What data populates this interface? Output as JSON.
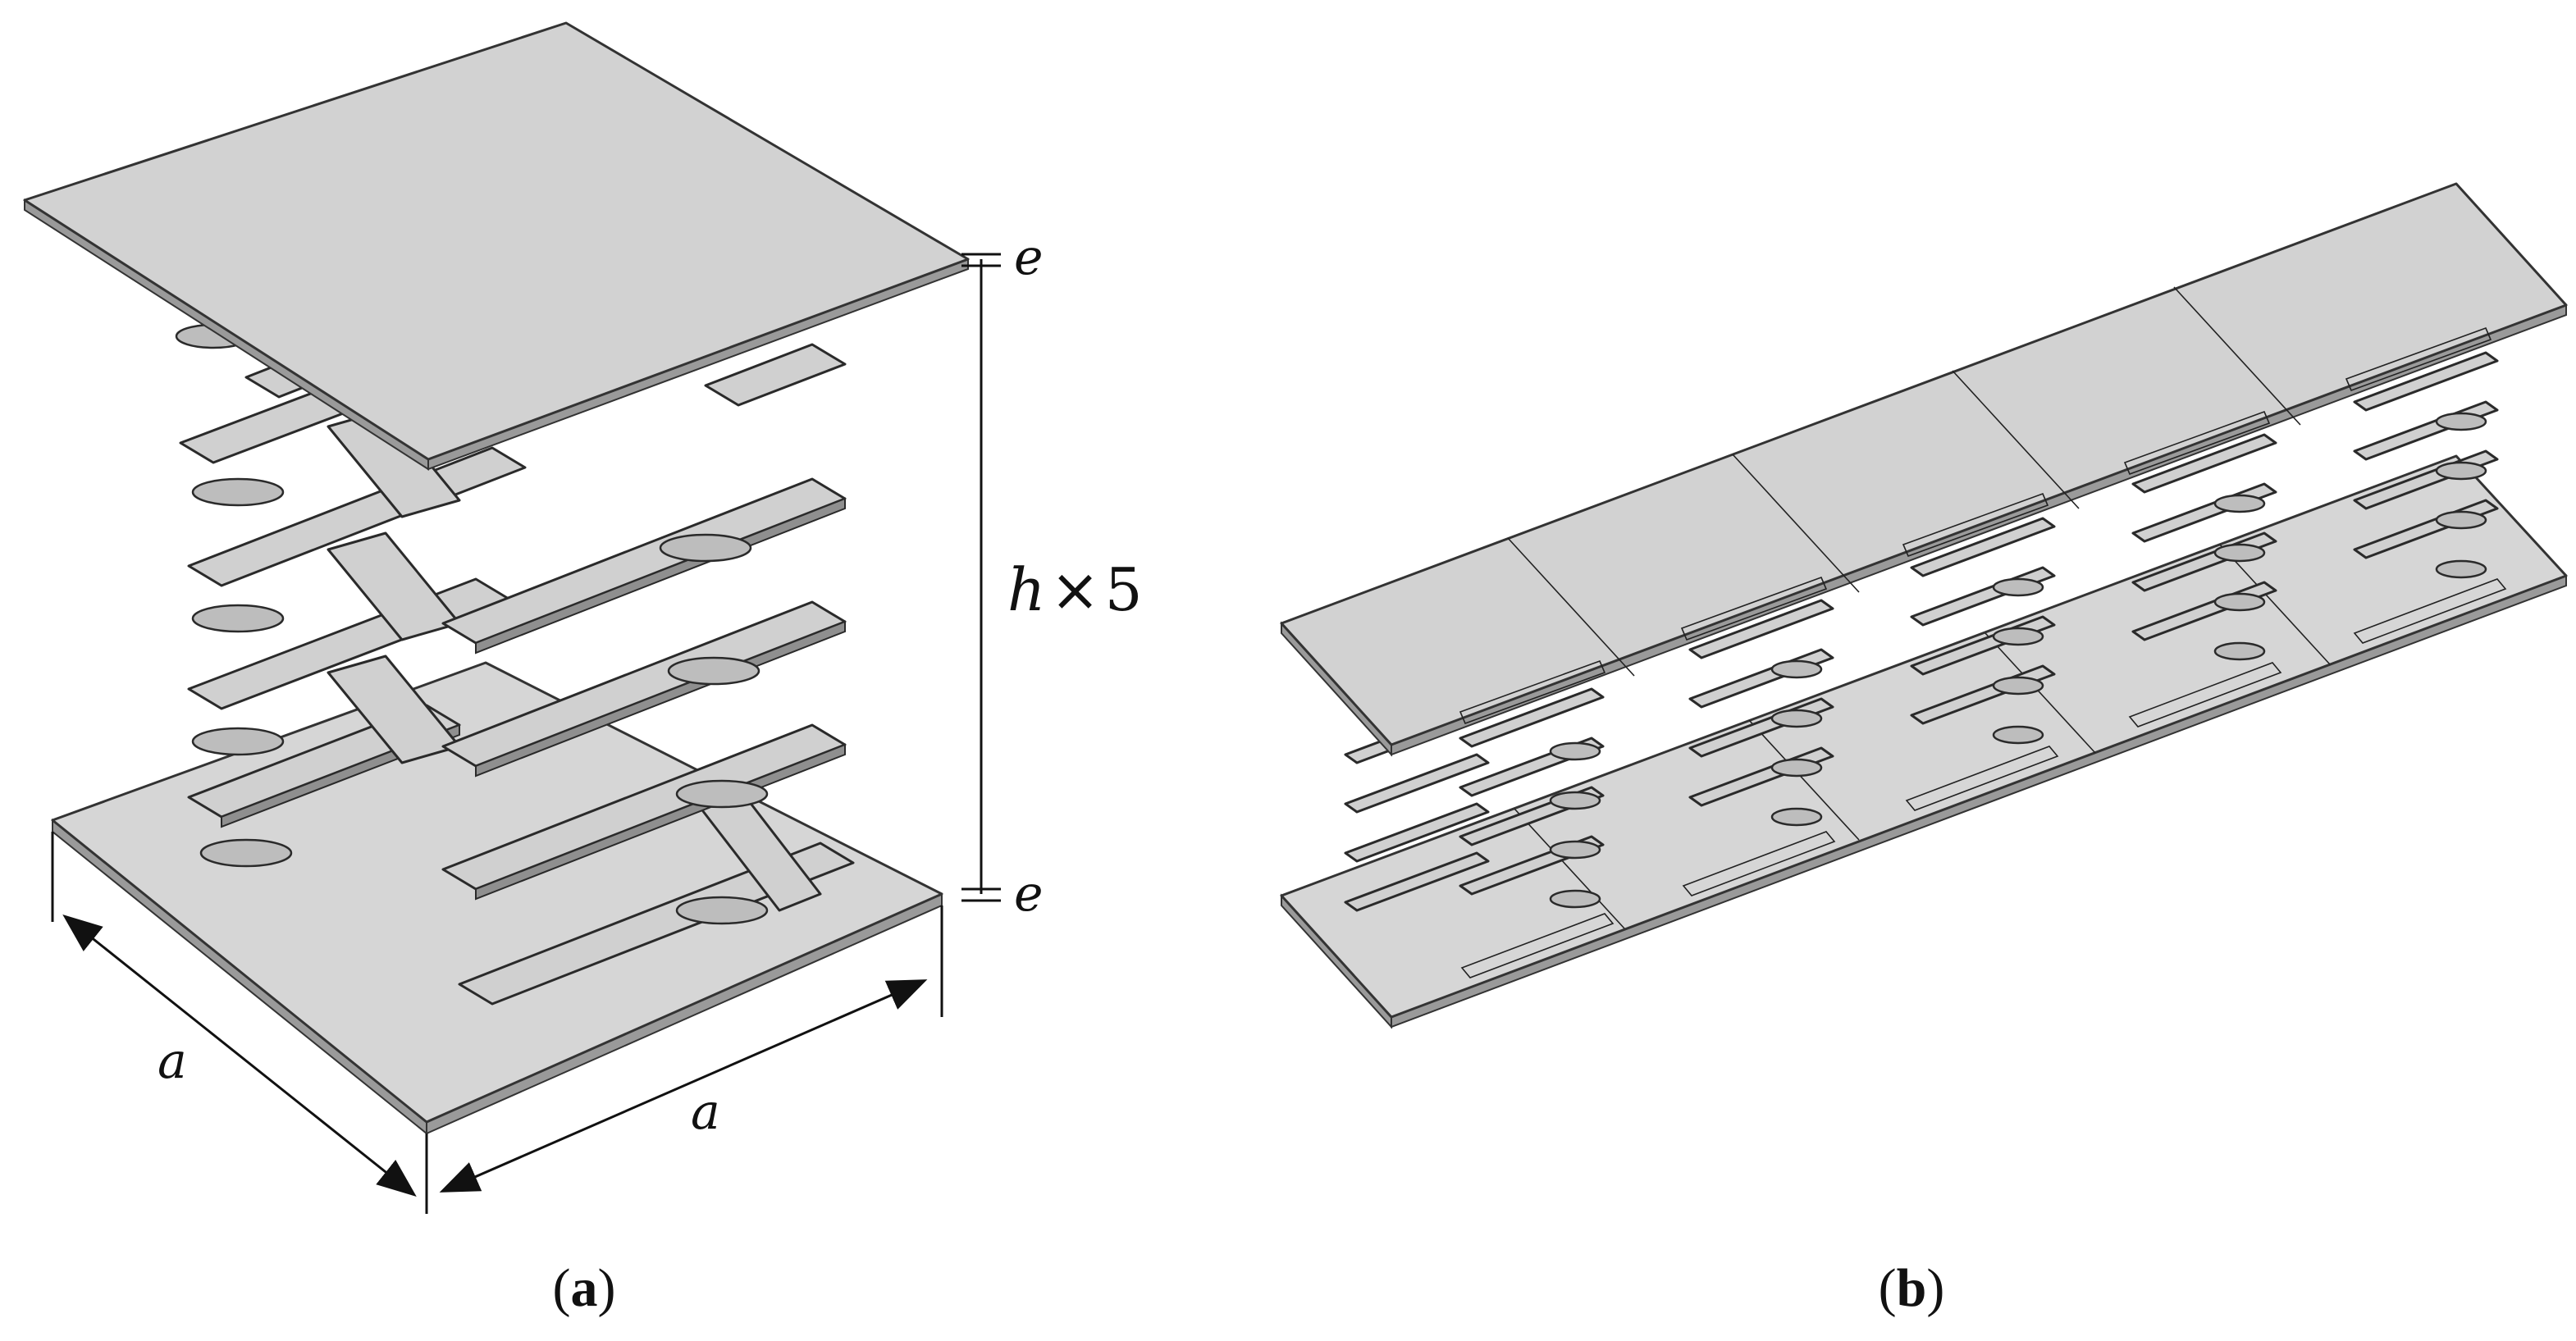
{
  "panel_a": {
    "caption_open": "(",
    "caption_letter": "a",
    "caption_close": ")",
    "label_e_top": "e",
    "label_e_bottom": "e",
    "label_h": "h",
    "label_times": "×",
    "label_5": "5",
    "label_a_left": "a",
    "label_a_right": "a"
  },
  "panel_b": {
    "caption_open": "(",
    "caption_letter": "b",
    "caption_close": ")"
  }
}
